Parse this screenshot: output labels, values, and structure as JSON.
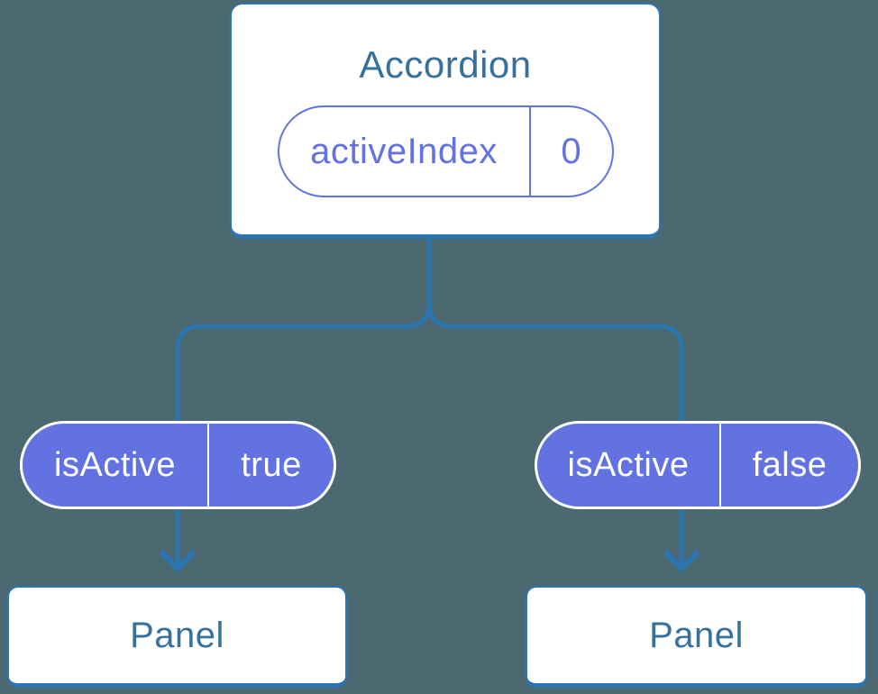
{
  "colors": {
    "background": "#4c6870",
    "connector_blue": "#2b76b1",
    "heading_text": "#35719e",
    "purple": "#6272e0",
    "card_bg": "#ffffff",
    "pill_text": "#ffffff"
  },
  "accordion": {
    "title": "Accordion",
    "state_pill": {
      "label": "activeIndex",
      "value": "0"
    }
  },
  "prop_pills": [
    {
      "label": "isActive",
      "value": "true"
    },
    {
      "label": "isActive",
      "value": "false"
    }
  ],
  "panels": [
    {
      "label": "Panel"
    },
    {
      "label": "Panel"
    }
  ]
}
